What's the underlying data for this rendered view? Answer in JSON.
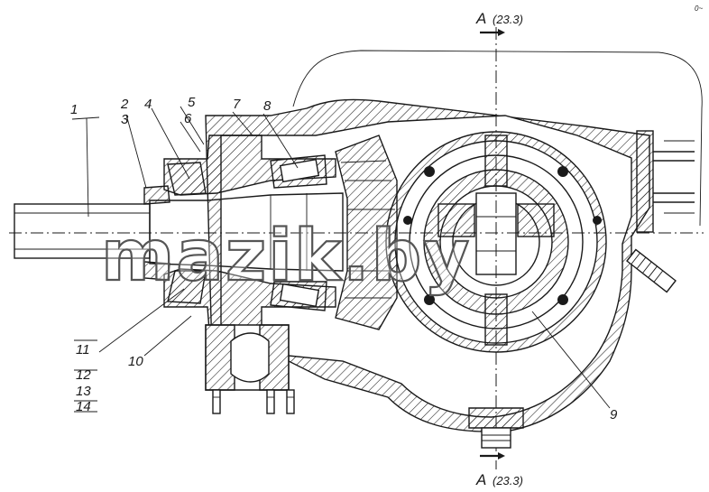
{
  "drawing": {
    "section_mark_top": {
      "letter": "A",
      "ref": "(23.3)"
    },
    "section_mark_bottom": {
      "letter": "A",
      "ref": "(23.3)"
    },
    "corner_mark": "0~",
    "watermark": "mazik.by",
    "callouts": {
      "c1": "1",
      "c2": "2",
      "c3": "3",
      "c4": "4",
      "c5": "5",
      "c6": "6",
      "c7": "7",
      "c8": "8",
      "c9": "9",
      "c10": "10",
      "c11": "11",
      "c12": "12",
      "c13": "13",
      "c14": "14"
    }
  }
}
